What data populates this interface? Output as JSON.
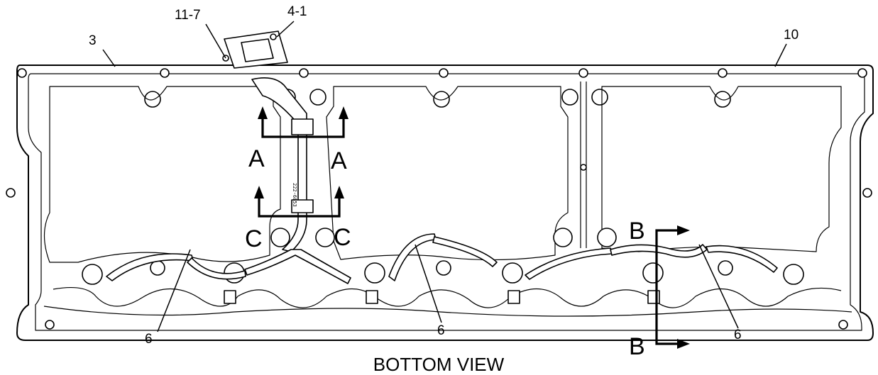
{
  "callouts": {
    "c3": "3",
    "c11_7": "11-7",
    "c4_1": "4-1",
    "c10": "10",
    "c6_left": "6",
    "c6_mid": "6",
    "c6_right": "6"
  },
  "sections": {
    "a_left": "A",
    "a_right": "A",
    "c_left": "C",
    "c_right": "C",
    "b_top": "B",
    "b_bottom": "B"
  },
  "view_label": "BOTTOM VIEW",
  "part_number": "222-6853"
}
